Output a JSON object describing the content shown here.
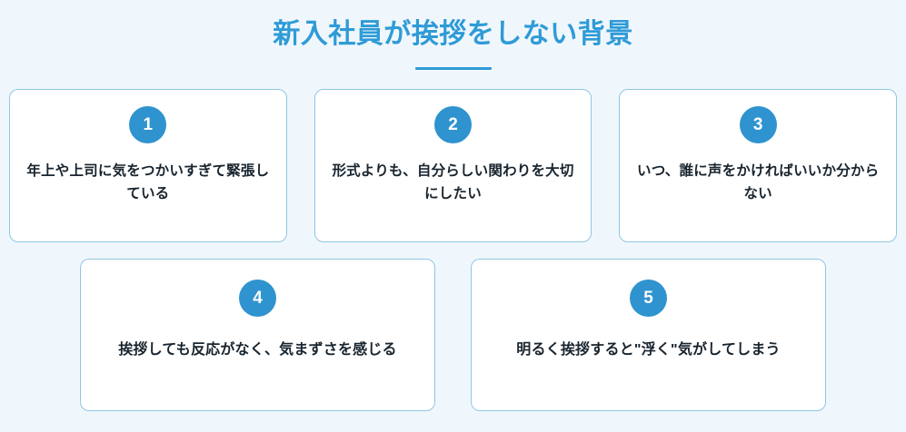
{
  "header": {
    "title": "新入社員が挨拶をしない背景",
    "accent_color": "#2f9bd7",
    "underline": true
  },
  "theme": {
    "page_background": "#f0f7fc",
    "card_background": "#ffffff",
    "card_border": "#8fc6e4",
    "badge_background": "#2f93cf",
    "badge_text": "#ffffff",
    "body_text": "#18242e"
  },
  "cards": [
    {
      "number": "1",
      "text": "年上や上司に気をつかいすぎて緊張している"
    },
    {
      "number": "2",
      "text": "形式よりも、自分らしい関わりを大切にしたい"
    },
    {
      "number": "3",
      "text": "いつ、誰に声をかければいいか分からない"
    },
    {
      "number": "4",
      "text": "挨拶しても反応がなく、気まずさを感じる"
    },
    {
      "number": "5",
      "text": "明るく挨拶すると\"浮く\"気がしてしまう"
    }
  ]
}
